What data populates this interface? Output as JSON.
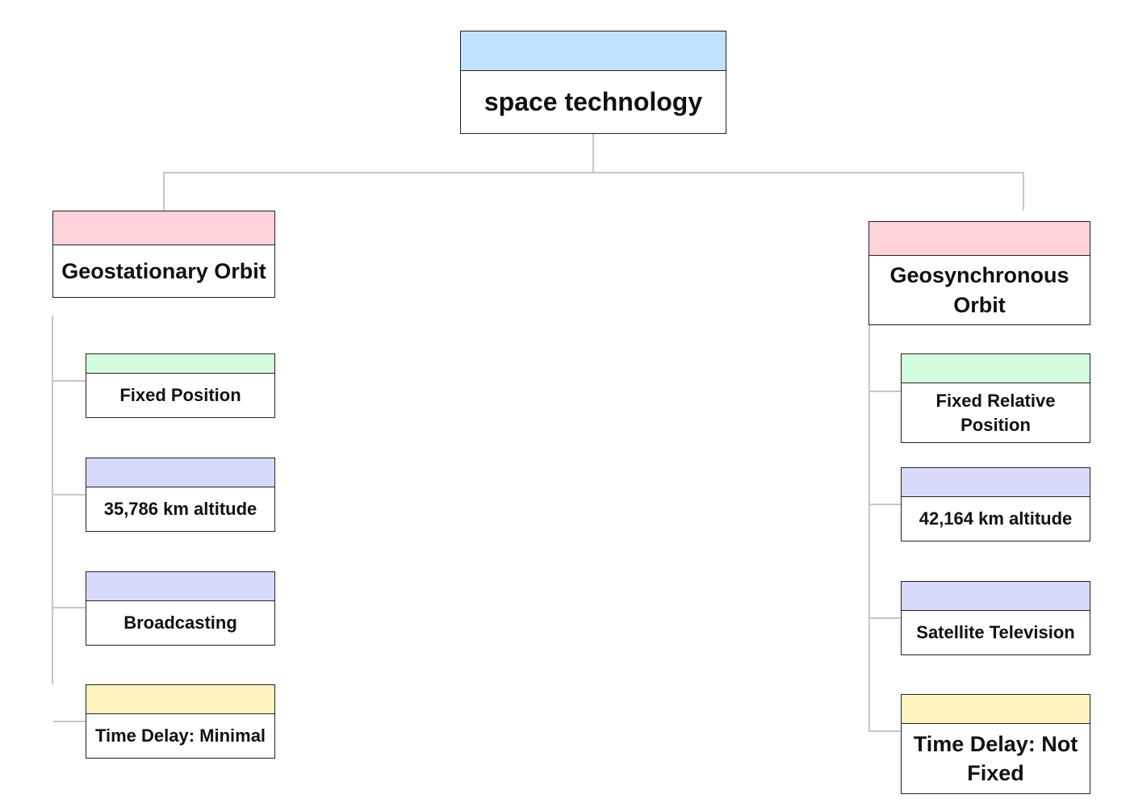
{
  "colors": {
    "root_band": "#bfe3ff",
    "branch_band": "#ffd1d9",
    "green_band": "#d4fbdc",
    "purple_band": "#d8dafc",
    "yellow_band": "#fff4c0",
    "connector": "#c6c6c6"
  },
  "root": {
    "label": "space technology"
  },
  "left": {
    "label": "Geostationary Orbit",
    "children": [
      "Fixed Position",
      "35,786 km altitude",
      "Broadcasting",
      "Time Delay: Minimal"
    ]
  },
  "right": {
    "label": "Geosynchronous Orbit",
    "children": [
      "Fixed Relative Position",
      "42,164 km altitude",
      "Satellite Television",
      "Time Delay: Not Fixed"
    ]
  }
}
